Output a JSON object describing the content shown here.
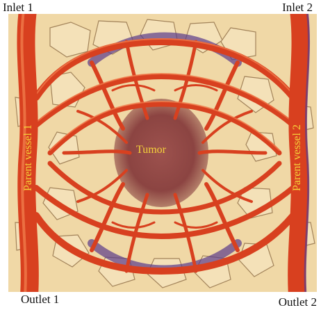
{
  "labels": {
    "inlet1": "Inlet 1",
    "inlet2": "Inlet 2",
    "outlet1": "Outlet 1",
    "outlet2": "Outlet 2",
    "parent1": "Parent vessel 1",
    "parent2": "Parent vessel 2",
    "tumor": "Tumor"
  },
  "colors": {
    "tissue": "#f0d8a6",
    "cell_outline": "#9a7a52",
    "vessel": "#d8401f",
    "vessel_highlight": "#f07a4a",
    "vessel_shadow": "#5a3a8a",
    "tumor": "#7a2a30",
    "label_yellow": "#f5d33a"
  }
}
